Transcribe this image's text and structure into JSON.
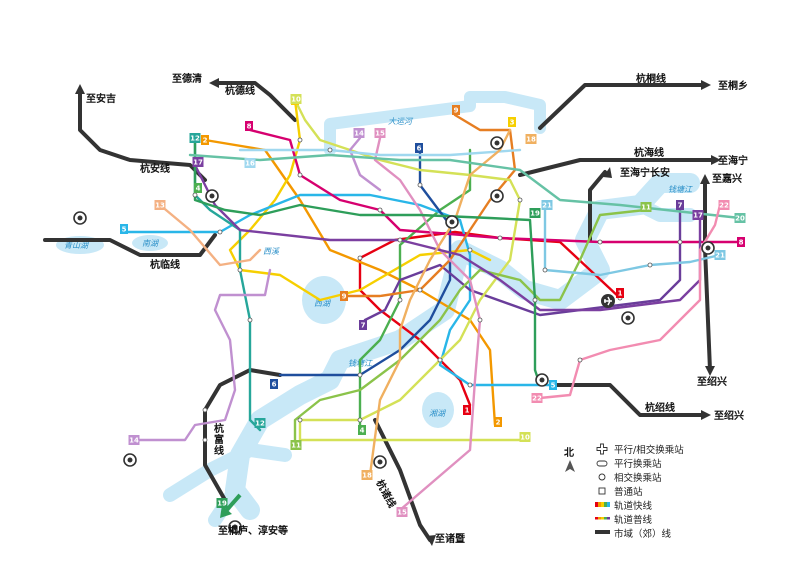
{
  "water": {
    "grand_canal": "大运河",
    "west_lake": "西湖",
    "xiang_lake": "湘湖",
    "qingshan_lake": "青山湖",
    "nan_lake": "南湖",
    "xixi": "西溪",
    "qiantang_river_1": "钱塘江",
    "qiantang_river_2": "钱塘江"
  },
  "external_routes": {
    "to_anji": "至安吉",
    "to_deqing": "至德清",
    "hangde_line": "杭德线",
    "hangan_line": "杭安线",
    "hanglin_line": "杭临线",
    "hangtong_line": "杭桐线",
    "to_tongxiang": "至桐乡",
    "hanghai_line": "杭海线",
    "to_haining": "至海宁",
    "to_haining_changan": "至海宁长安",
    "to_jiaxing": "至嘉兴",
    "to_shaoxing_1": "至绍兴",
    "hangshao_line": "杭绍线",
    "to_shaoxing_2": "至绍兴",
    "to_zhuji": "至诸暨",
    "hangfu_line": "杭富线",
    "to_tonglu": "至桐庐、淳安等",
    "hangzhu_line": "杭诸线"
  },
  "lines": [
    {
      "id": "1",
      "color": "#e60012"
    },
    {
      "id": "2",
      "color": "#f39800"
    },
    {
      "id": "3",
      "color": "#f6cf00"
    },
    {
      "id": "4",
      "color": "#4caf50"
    },
    {
      "id": "5",
      "color": "#29b6e8"
    },
    {
      "id": "6",
      "color": "#1f4e9d"
    },
    {
      "id": "7",
      "color": "#6a3d9a"
    },
    {
      "id": "8",
      "color": "#d6006f"
    },
    {
      "id": "9",
      "color": "#e67e22"
    },
    {
      "id": "10",
      "color": "#d4e157"
    },
    {
      "id": "11",
      "color": "#8bc34a"
    },
    {
      "id": "12",
      "color": "#26a69a"
    },
    {
      "id": "13",
      "color": "#f4b183"
    },
    {
      "id": "14",
      "color": "#c090d0"
    },
    {
      "id": "15",
      "color": "#e090c0"
    },
    {
      "id": "16",
      "color": "#a0d8ef"
    },
    {
      "id": "17",
      "color": "#7b3fa0"
    },
    {
      "id": "18",
      "color": "#f0b060"
    },
    {
      "id": "19",
      "color": "#2e9e5a"
    },
    {
      "id": "20",
      "color": "#66c2a5"
    },
    {
      "id": "21",
      "color": "#7ec8e3"
    },
    {
      "id": "22",
      "color": "#f28cb1"
    }
  ],
  "compass": "北",
  "legend": {
    "items": [
      {
        "label": "平行/相交换乘站"
      },
      {
        "label": "平行换乘站"
      },
      {
        "label": "相交换乘站"
      },
      {
        "label": "普通站"
      },
      {
        "label": "轨道快线"
      },
      {
        "label": "轨道普线"
      },
      {
        "label": "市域（郊）线"
      }
    ]
  }
}
